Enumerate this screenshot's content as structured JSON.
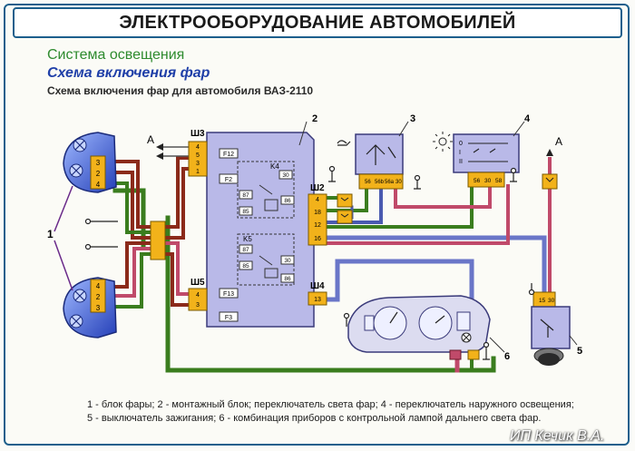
{
  "header": {
    "title": "ЭЛЕКТРООБОРУДОВАНИЕ АВТОМОБИЛЕЙ"
  },
  "headings": {
    "section": "Система освещения",
    "subsection": "Схема включения фар",
    "caption": "Схема включения фар для автомобиля ВАЗ-2110"
  },
  "callouts": {
    "c1": "1",
    "c2": "2",
    "c3": "3",
    "c4": "4",
    "c5": "5",
    "c6": "6"
  },
  "connectors": {
    "sh3": "Ш3",
    "sh5": "Ш5",
    "sh2": "Ш2",
    "sh4": "Ш4",
    "sh3_pins": [
      "4",
      "5",
      "3",
      "1"
    ],
    "sh5_pins": [
      "4",
      "3"
    ],
    "sh2_pins": [
      "4",
      "18",
      "12",
      "16"
    ],
    "sh4_pins": [
      "13"
    ]
  },
  "fuses": {
    "f12": "F12",
    "f2": "F2",
    "f13": "F13",
    "f3": "F3"
  },
  "relays": {
    "k4": "K4",
    "k5": "K5",
    "k4_pins": [
      "30",
      "87",
      "86",
      "85"
    ],
    "k5_pins": [
      "87",
      "30",
      "85",
      "86"
    ]
  },
  "headlamp_pins": [
    "3",
    "2",
    "4"
  ],
  "switch3_pins": [
    "56",
    "56b",
    "56a",
    "30"
  ],
  "switch4_pins": [
    "56",
    "30",
    "58"
  ],
  "switch4_marks": [
    "0",
    "I",
    "II"
  ],
  "ignition_pins": [
    "15",
    "30"
  ],
  "arrow_labels": {
    "a1": "A",
    "a2": "A"
  },
  "legend": {
    "line1": "1 - блок фары; 2 - монтажный блок; переключатель света фар; 4 - переключатель наружного освещения;",
    "line2": "5 - выключатель зажигания; 6 - комбинация приборов с контрольной лампой дальнего света фар."
  },
  "footer": {
    "author": "ИП Кечик В.А."
  },
  "colors": {
    "frame": "#1d5f8c",
    "block": "#b9b9e8",
    "pin": "#f2b21a",
    "wire_green": "#3a7d1e",
    "wire_brown": "#8b2a1a",
    "wire_blue": "#4a5ab0",
    "wire_red": "#c04a6a",
    "wire_white_blue": "#6a76c8"
  }
}
